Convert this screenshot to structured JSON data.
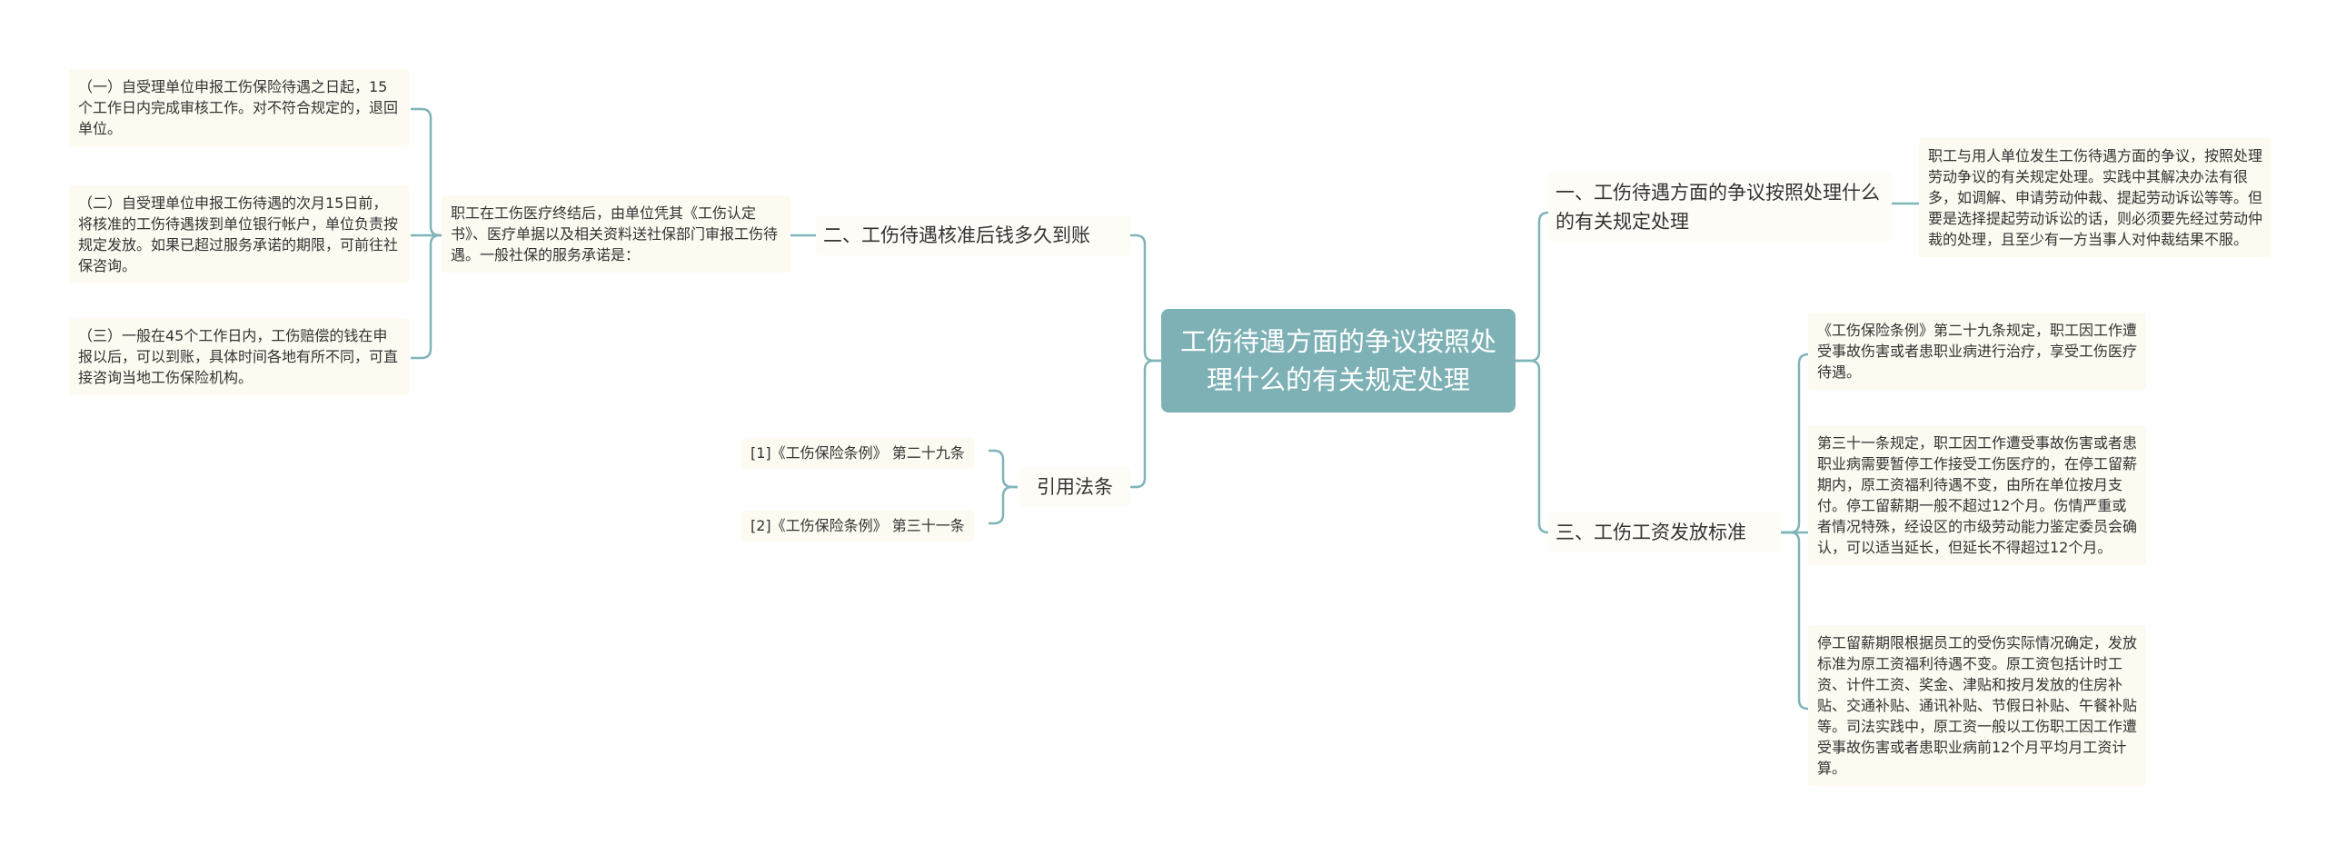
{
  "root": {
    "title": "工伤待遇方面的争议按照处理什么的有关规定处理"
  },
  "branches": {
    "b1": {
      "label": "一、工伤待遇方面的争议按照处理什么的有关规定处理",
      "leaf": "职工与用人单位发生工伤待遇方面的争议，按照处理劳动争议的有关规定处理。实践中其解决办法有很多，如调解、申请劳动仲裁、提起劳动诉讼等等。但要是选择提起劳动诉讼的话，则必须要先经过劳动仲裁的处理，且至少有一方当事人对仲裁结果不服。"
    },
    "b2": {
      "label": "二、工伤待遇核准后钱多久到账",
      "mid": "职工在工伤医疗终结后，由单位凭其《工伤认定书》、医疗单据以及相关资料送社保部门审报工伤待遇。一般社保的服务承诺是：",
      "leaves": [
        "（一）自受理单位申报工伤保险待遇之日起，15个工作日内完成审核工作。对不符合规定的，退回单位。",
        "（二）自受理单位申报工伤待遇的次月15日前，将核准的工伤待遇拨到单位银行帐户，单位负责按规定发放。如果已超过服务承诺的期限，可前往社保咨询。",
        "（三）一般在45个工作日内，工伤赔偿的钱在申报以后，可以到账，具体时间各地有所不同，可直接咨询当地工伤保险机构。"
      ]
    },
    "b3": {
      "label": "三、工伤工资发放标准",
      "leaves": [
        "《工伤保险条例》第二十九条规定，职工因工作遭受事故伤害或者患职业病进行治疗，享受工伤医疗待遇。",
        "第三十一条规定，职工因工作遭受事故伤害或者患职业病需要暂停工作接受工伤医疗的，在停工留薪期内，原工资福利待遇不变，由所在单位按月支付。停工留薪期一般不超过12个月。伤情严重或者情况特殊，经设区的市级劳动能力鉴定委员会确认，可以适当延长，但延长不得超过12个月。",
        "停工留薪期限根据员工的受伤实际情况确定，发放标准为原工资福利待遇不变。原工资包括计时工资、计件工资、奖金、津贴和按月发放的住房补贴、交通补贴、通讯补贴、节假日补贴、午餐补贴等。司法实践中，原工资一般以工伤职工因工作遭受事故伤害或者患职业病前12个月平均月工资计算。"
      ]
    },
    "b4": {
      "label": "引用法条",
      "refs": [
        "[1]《工伤保险条例》 第二十九条",
        "[2]《工伤保险条例》 第三十一条"
      ]
    }
  },
  "colors": {
    "root_bg": "#7eb1b5",
    "root_text": "#ffffff",
    "connector": "#7fb4b8",
    "node_bg": "#fdfaf1"
  }
}
